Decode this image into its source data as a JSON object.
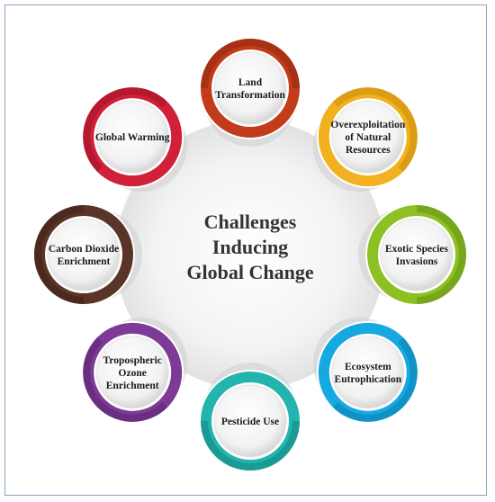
{
  "center_title": [
    "Challenges",
    "Inducing",
    "Global Change"
  ],
  "nodes": [
    {
      "id": "land-transformation",
      "lines": [
        "Land",
        "Transformation"
      ],
      "color": "#c23b1a",
      "dark": "#8f2a10"
    },
    {
      "id": "overexploitation",
      "lines": [
        "Overexploitation",
        "of Natural",
        "Resources"
      ],
      "color": "#f2b21f",
      "dark": "#c98c0b"
    },
    {
      "id": "exotic-species",
      "lines": [
        "Exotic Species",
        "Invasions"
      ],
      "color": "#8dc022",
      "dark": "#659015"
    },
    {
      "id": "ecosystem-eutrophication",
      "lines": [
        "Ecosystem",
        "Eutrophication"
      ],
      "color": "#16a9e1",
      "dark": "#0c7fb0"
    },
    {
      "id": "pesticide-use",
      "lines": [
        "Pesticide Use"
      ],
      "color": "#22b4ad",
      "dark": "#15857f"
    },
    {
      "id": "tropospheric-ozone",
      "lines": [
        "Tropospheric",
        "Ozone",
        "Enrichment"
      ],
      "color": "#7d3a96",
      "dark": "#5a2570"
    },
    {
      "id": "carbon-dioxide",
      "lines": [
        "Carbon Dioxide",
        "Enrichment"
      ],
      "color": "#5a3426",
      "dark": "#3e2218"
    },
    {
      "id": "global-warming",
      "lines": [
        "Global Warming"
      ],
      "color": "#d0203a",
      "dark": "#9c1426"
    }
  ]
}
